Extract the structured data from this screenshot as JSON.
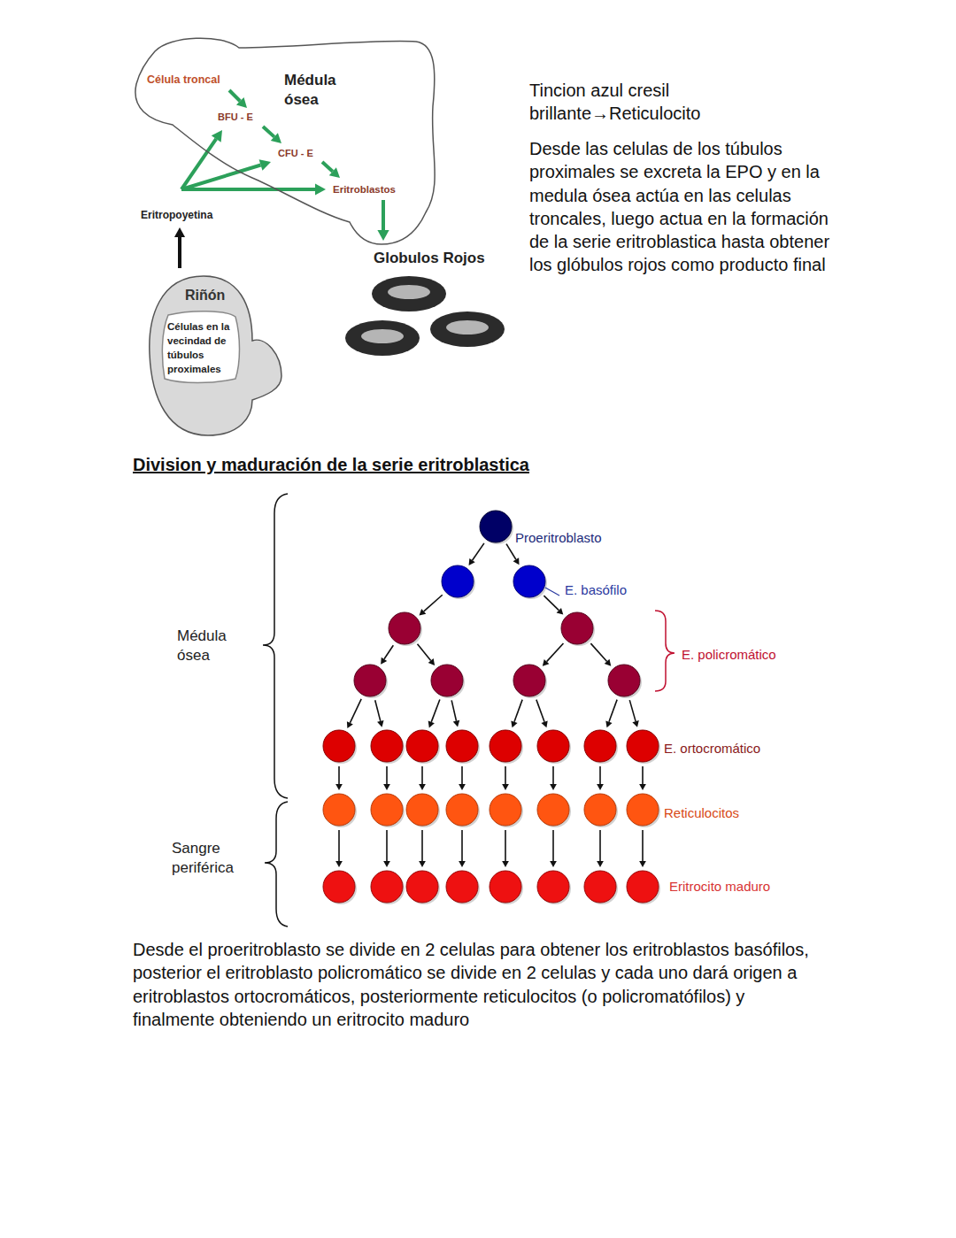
{
  "diagram": {
    "title": "Division y maduración de la serie eritroblastica",
    "nodes": [
      {
        "text": [
          "Célula troncal",
          "Médula ósea",
          "BFU - E",
          "CFU - E",
          "Eritroblastos"
        ]
      },
      {
        "text": [
          "Riñón",
          "Células en la vecindad de túbulos proximales"
        ]
      }
    ],
    "labels": [
      "Tincion azul cresil brillante→Reticulocito",
      "Desde las celulas de los túbulos proximales se excreta la EPO y en la medula ósea actúa en las celulas troncales, luego actua en la formación de la serie eritroblastica hasta obtener los glóbulos rojos como producto final",
      "Eritropoyetina",
      "Globulos Rojos",
      "Proeritroblasto",
      "E. basófilo",
      "E. policromático",
      "E. ortocromático",
      "Reticulocitos",
      "Eritrocito maduro",
      "Médula ósea",
      "Sangre periférica",
      "Desde el proeritroblasto se divide en 2 celulas para obtener los eritroblastos basófilos, posterior el eritroblasto policromático se divide en 2 celulas y cada uno dará origen a eritroblastos ortocromáticos, posteriormente reticulocitos (o policromatófilos) y finalmente obteniendo un eritrocito maduro"
    ]
  }
}
